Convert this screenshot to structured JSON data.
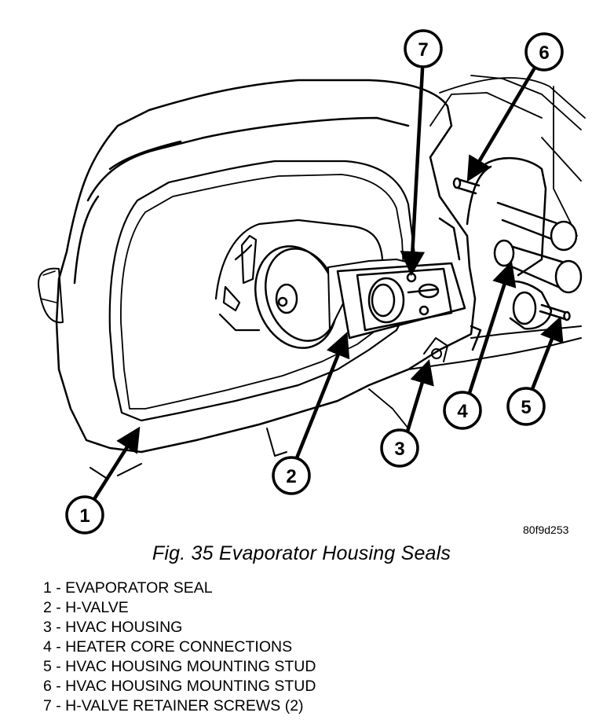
{
  "figure": {
    "caption": "Fig. 35 Evaporator Housing Seals",
    "drawing_id": "80f9d253"
  },
  "callouts": [
    {
      "number": "1",
      "icon": "circle-callout"
    },
    {
      "number": "2",
      "icon": "circle-callout"
    },
    {
      "number": "3",
      "icon": "circle-callout"
    },
    {
      "number": "4",
      "icon": "circle-callout"
    },
    {
      "number": "5",
      "icon": "circle-callout"
    },
    {
      "number": "6",
      "icon": "circle-callout"
    },
    {
      "number": "7",
      "icon": "circle-callout"
    }
  ],
  "legend": [
    "1 - EVAPORATOR SEAL",
    "2 - H-VALVE",
    "3 - HVAC HOUSING",
    "4 - HEATER CORE CONNECTIONS",
    "5 - HVAC HOUSING MOUNTING STUD",
    "6 - HVAC HOUSING MOUNTING STUD",
    "7 - H-VALVE RETAINER SCREWS (2)"
  ],
  "colors": {
    "ink": "#000000",
    "paper": "#ffffff"
  }
}
